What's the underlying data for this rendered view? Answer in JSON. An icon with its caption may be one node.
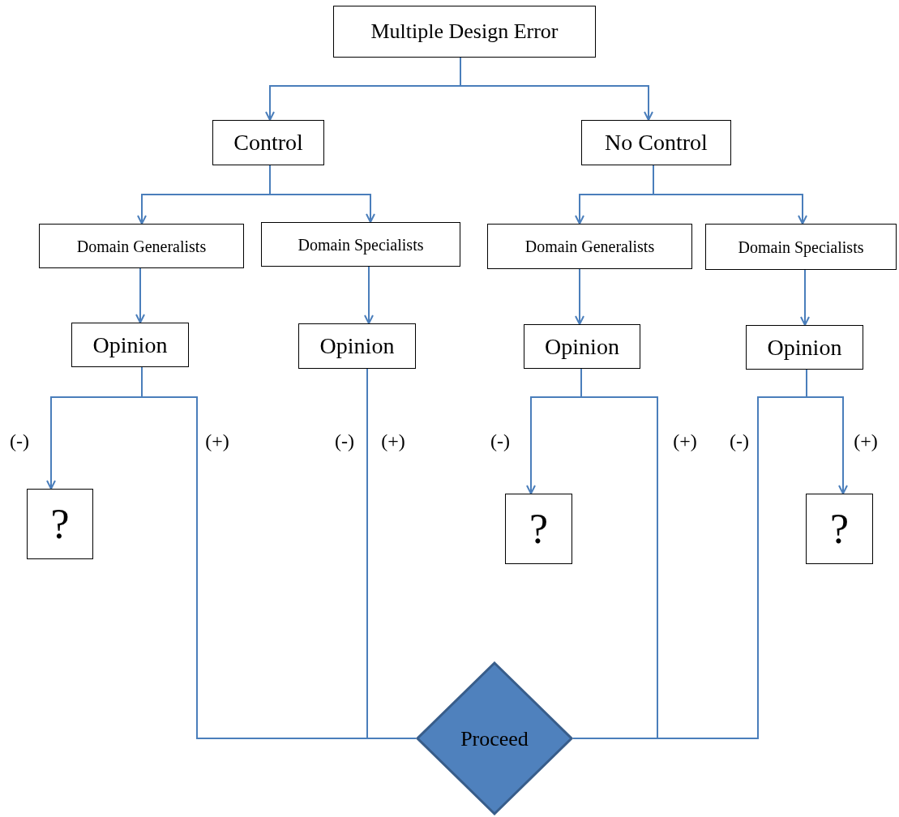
{
  "diagram": {
    "nodes": [
      {
        "text": [
          "Multiple Design Error"
        ]
      },
      {
        "text": [
          "Control"
        ]
      },
      {
        "text": [
          "No Control"
        ]
      },
      {
        "text": [
          "Domain Generalists"
        ]
      },
      {
        "text": [
          "Domain Specialists"
        ]
      },
      {
        "text": [
          "Domain Generalists"
        ]
      },
      {
        "text": [
          "Domain Specialists"
        ]
      },
      {
        "text": [
          "Opinion"
        ]
      },
      {
        "text": [
          "Opinion"
        ]
      },
      {
        "text": [
          "Opinion"
        ]
      },
      {
        "text": [
          "Opinion"
        ]
      },
      {
        "text": [
          "?"
        ]
      },
      {
        "text": [
          "?"
        ]
      },
      {
        "text": [
          "?"
        ]
      },
      {
        "text": [
          "Proceed"
        ]
      }
    ],
    "edges": [
      {
        "from": 0,
        "to": 1,
        "arrow": "to"
      },
      {
        "from": 0,
        "to": 2,
        "arrow": "to"
      },
      {
        "from": 1,
        "to": 3,
        "arrow": "to"
      },
      {
        "from": 1,
        "to": 4,
        "arrow": "to"
      },
      {
        "from": 2,
        "to": 5,
        "arrow": "to"
      },
      {
        "from": 2,
        "to": 6,
        "arrow": "to"
      },
      {
        "from": 3,
        "to": 7,
        "arrow": "to"
      },
      {
        "from": 4,
        "to": 8,
        "arrow": "to"
      },
      {
        "from": 5,
        "to": 9,
        "arrow": "to"
      },
      {
        "from": 6,
        "to": 10,
        "arrow": "to"
      },
      {
        "from": 7,
        "to": 11,
        "arrow": "to",
        "label": "(-)"
      },
      {
        "from": 7,
        "to": 14,
        "arrow": "none",
        "label": "(+)"
      },
      {
        "from": 8,
        "to": 14,
        "arrow": "none"
      },
      {
        "from": 9,
        "to": 12,
        "arrow": "to",
        "label": "(-)"
      },
      {
        "from": 9,
        "to": 14,
        "arrow": "none",
        "label": "(+)"
      },
      {
        "from": 10,
        "to": 14,
        "arrow": "none",
        "label": "(-)"
      },
      {
        "from": 10,
        "to": 13,
        "arrow": "to",
        "label": "(+)"
      }
    ],
    "labels": [
      "(-)",
      "(+)"
    ]
  }
}
